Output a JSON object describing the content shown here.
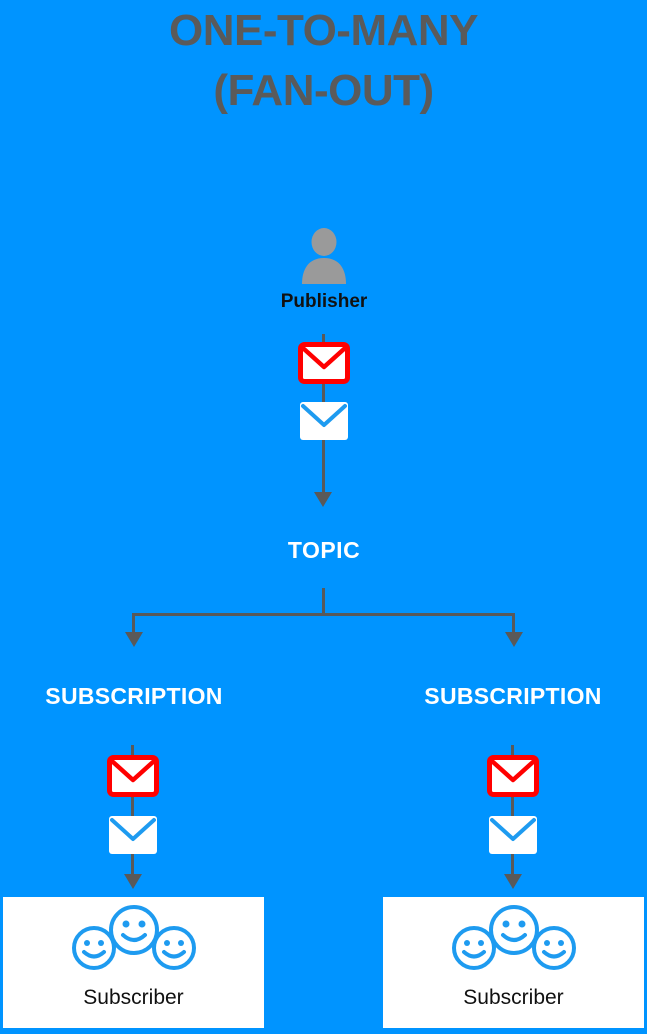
{
  "diagram": {
    "title_line1": "ONE-TO-MANY",
    "title_line2": "(FAN-OUT)",
    "background_color": "#0094ff",
    "title_color": "#5a5a5a",
    "connector_color": "#595959",
    "envelope_unread_color": "#ff0000",
    "envelope_read_color": "#1e9bf0",
    "node_label_color": "#ffffff",
    "box_fill_color": "#ffffff"
  },
  "publisher": {
    "label": "Publisher",
    "icon": "person-silhouette-icon"
  },
  "topic": {
    "label": "TOPIC"
  },
  "subscriptions": [
    {
      "label": "SUBSCRIPTION",
      "subscriber": {
        "label": "Subscriber",
        "icon": "three-smiley-faces-icon"
      }
    },
    {
      "label": "SUBSCRIPTION",
      "subscriber": {
        "label": "Subscriber",
        "icon": "three-smiley-faces-icon"
      }
    }
  ],
  "messages": {
    "publisher_envelopes": [
      "unread-envelope-icon",
      "read-envelope-icon"
    ],
    "subscription_envelopes": [
      "unread-envelope-icon",
      "read-envelope-icon"
    ]
  }
}
